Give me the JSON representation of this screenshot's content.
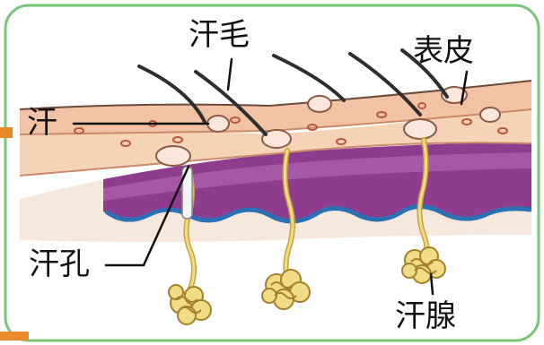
{
  "labels": {
    "hair": "汗毛",
    "epidermis": "表皮",
    "sweat": "汗",
    "pore": "汗孔",
    "gland": "汗腺"
  },
  "colors": {
    "frame_border": "#7ac47a",
    "accent_orange": "#e8892a",
    "epidermis": "#f1c3a4",
    "dermis": "#f4d3b6",
    "fat_layer": "#8f3c8f",
    "fat_layer_light": "#b56ab8",
    "blue_line": "#2b6fb5",
    "gland_yellow": "#e9d06b",
    "hair": "#2e2e2e"
  }
}
